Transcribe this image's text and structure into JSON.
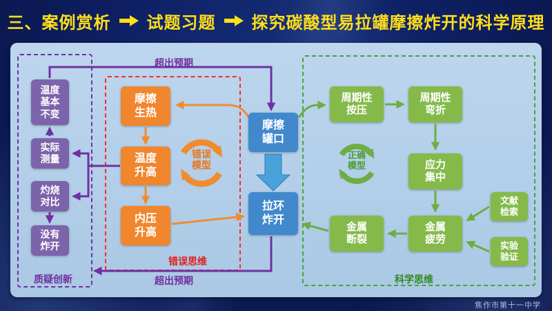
{
  "title": {
    "segments": [
      "三、案例赏析",
      "试题习题",
      "探究碳酸型易拉罐摩擦炸开的科学原理"
    ]
  },
  "footer": {
    "school_name": "焦作市第十一中学"
  },
  "colors": {
    "title_text": "#ffdf1a",
    "panel_background": "#b6d0ea",
    "purple_node": "#7c64aa",
    "orange_node": "#f0862d",
    "blue_node": "#4189cc",
    "green_node": "#85ba4a",
    "doubt_border": "#7030a0",
    "wrong_border": "#ff2a2a",
    "science_border": "#45a335",
    "purple_arrow": "#7030a0",
    "orange_arrow": "#f08c2e",
    "green_arrow": "#6cae44",
    "blue_arrow": "#4ba2da"
  },
  "diagram": {
    "groups": {
      "doubt": {
        "label": "质疑创新"
      },
      "wrong": {
        "label": "错误思维"
      },
      "science": {
        "label": "科学思维"
      }
    },
    "annotations": {
      "beyond_top": "超出预期",
      "beyond_bottom": "超出预期",
      "wrong_model": "错误\n模型",
      "correct_model": "正确\n模型"
    },
    "nodes": {
      "temp_unchanged": {
        "label": "温度\n基本\n不变"
      },
      "actual_measure": {
        "label": "实际\n测量"
      },
      "burn_compare": {
        "label": "灼烧\n对比"
      },
      "no_explode": {
        "label": "没有\n炸开"
      },
      "friction_heat": {
        "label": "摩擦\n生热"
      },
      "temp_rise": {
        "label": "温度\n升高"
      },
      "pressure_rise": {
        "label": "内压\n升高"
      },
      "rub_can_mouth": {
        "label": "摩擦\n罐口"
      },
      "ring_explode": {
        "label": "拉环\n炸开"
      },
      "periodic_press": {
        "label": "周期性\n按压"
      },
      "periodic_bend": {
        "label": "周期性\n弯折"
      },
      "stress_concentrate": {
        "label": "应力\n集中"
      },
      "metal_fatigue": {
        "label": "金属\n疲劳"
      },
      "metal_break": {
        "label": "金属\n断裂"
      },
      "literature_search": {
        "label": "文献\n检索"
      },
      "experiment_verify": {
        "label": "实验\n验证"
      }
    },
    "edges": [
      {
        "from": "摩擦罐口",
        "to": "摩擦生热",
        "type": "orange"
      },
      {
        "from": "摩擦生热",
        "to": "温度升高",
        "type": "orange"
      },
      {
        "from": "温度升高",
        "to": "内压升高",
        "type": "orange"
      },
      {
        "from": "内压升高",
        "to": "拉环炸开",
        "type": "orange"
      },
      {
        "from": "摩擦罐口",
        "to": "拉环炸开",
        "type": "blue-block-arrow"
      },
      {
        "from": "摩擦罐口",
        "to": "周期性按压",
        "type": "green"
      },
      {
        "from": "周期性按压",
        "to": "周期性弯折",
        "type": "green"
      },
      {
        "from": "周期性弯折",
        "to": "应力集中",
        "type": "green"
      },
      {
        "from": "应力集中",
        "to": "金属疲劳",
        "type": "green"
      },
      {
        "from": "金属疲劳",
        "to": "金属断裂",
        "type": "green"
      },
      {
        "from": "金属断裂",
        "to": "拉环炸开",
        "type": "green"
      },
      {
        "from": "文献检索",
        "to": "金属疲劳",
        "type": "green"
      },
      {
        "from": "实验验证",
        "to": "金属疲劳",
        "type": "green"
      },
      {
        "from": "温度升高",
        "to": "实际测量",
        "type": "purple"
      },
      {
        "from": "温度升高",
        "to": "灼烧对比",
        "type": "purple"
      },
      {
        "from": "实际测量",
        "to": "温度基本不变",
        "type": "purple"
      },
      {
        "from": "灼烧对比",
        "to": "没有炸开",
        "type": "purple"
      },
      {
        "from": "温度基本不变",
        "to": "摩擦罐口",
        "type": "purple",
        "label": "超出预期"
      },
      {
        "from": "拉环炸开",
        "to": "质疑创新",
        "type": "purple",
        "label": "超出预期"
      }
    ]
  }
}
